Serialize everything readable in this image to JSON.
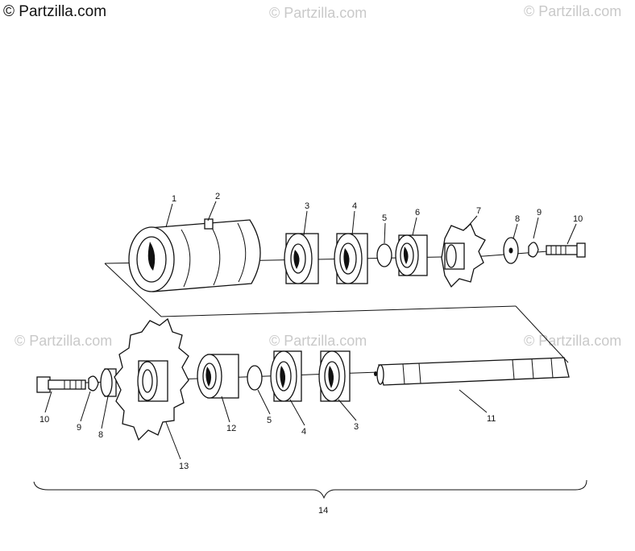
{
  "watermarks": {
    "main": "© Partzilla.com",
    "repeat": "© Partzilla.com"
  },
  "callouts": {
    "c1": "1",
    "c2": "2",
    "c3": "3",
    "c4": "4",
    "c5": "5",
    "c6": "6",
    "c7": "7",
    "c8": "8",
    "c9": "9",
    "c10": "10",
    "c11": "11",
    "c12": "12",
    "c13": "13",
    "c14": "14"
  }
}
